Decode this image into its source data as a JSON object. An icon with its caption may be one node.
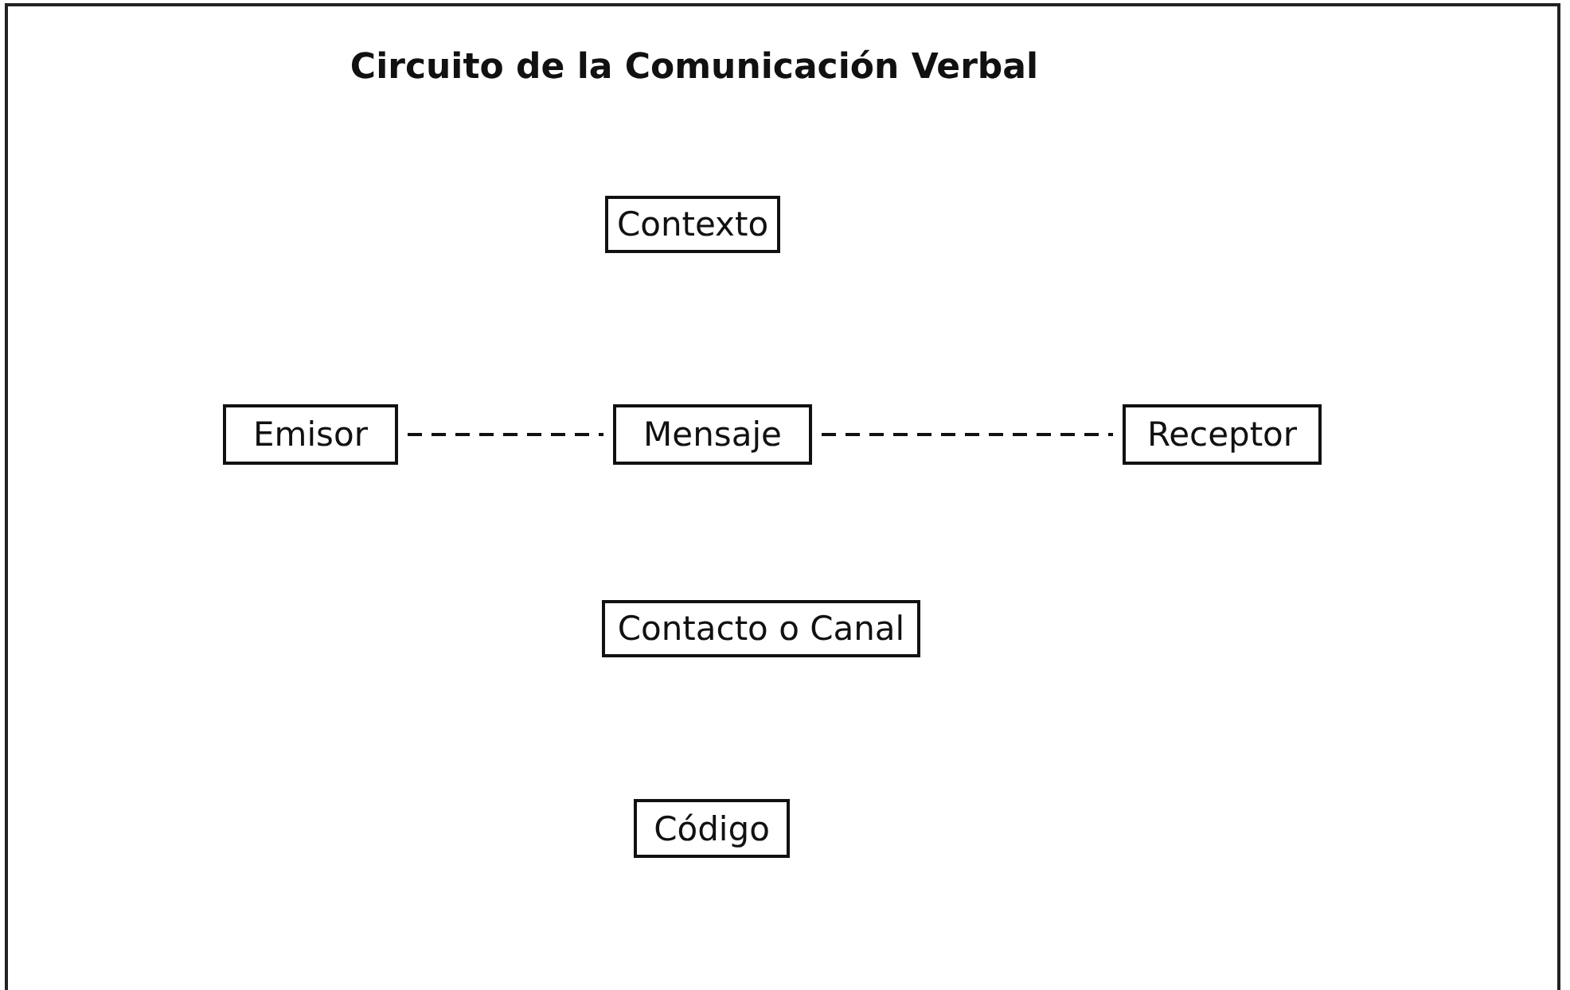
{
  "diagram": {
    "title": "Circuito de la Comunicación Verbal",
    "nodes": [
      {
        "text": [
          "Contexto"
        ]
      },
      {
        "text": [
          "Emisor"
        ]
      },
      {
        "text": [
          "Mensaje"
        ]
      },
      {
        "text": [
          "Receptor"
        ]
      },
      {
        "text": [
          "Contacto o Canal"
        ]
      },
      {
        "text": [
          "Código"
        ]
      }
    ],
    "edges": [
      {
        "from": 1,
        "to": 2,
        "arrow": "none",
        "style": "dashed"
      },
      {
        "from": 2,
        "to": 3,
        "arrow": "none",
        "style": "dashed"
      }
    ]
  }
}
